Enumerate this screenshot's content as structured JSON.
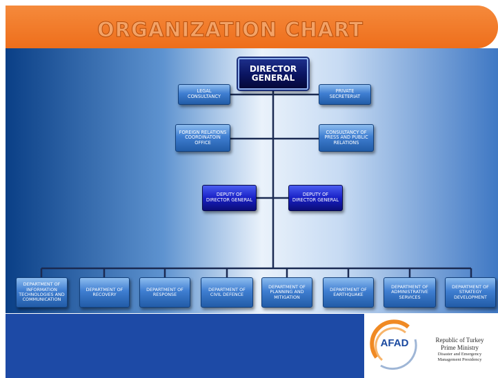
{
  "title": "ORGANIZATION CHART",
  "chart": {
    "director_general": "DIRECTOR GENERAL",
    "staff_left": [
      "LEGAL CONSULTANCY",
      "FOREIGN RELATIONS COORDINATOIN OFFICE"
    ],
    "staff_right": [
      "PRIVATE SECRETERIAT",
      "CONSULTANCY OF PRESS AND PUBLIC RELATIONS"
    ],
    "deputies": [
      "DEPUTY OF DIRECTOR GENERAL",
      "DEPUTY OF DIRECTOR GENERAL"
    ],
    "departments": [
      "DEPARTMENT OF INFORMATION TECHNOLOGIES AND COMMUNICATION",
      "DEPARTMENT OF RECOVERY",
      "DEPARTMENT OF RESPONSE",
      "DEPARTMENT OF CIVIL DEFENCE",
      "DEPARTMENT OF PLANNING AND MITIGATION",
      "DEPARTMENT OF EARTHQUAKE",
      "DEPARTMENT OF ADMINISTRATIVE SERVICES",
      "DEPARTMENT OF STRATEGY DEVELOPMENT"
    ]
  },
  "footer": {
    "logo_text": "AFAD",
    "org_lines": [
      "Republic of Turkey",
      "Prime Ministry",
      "Disaster and Emergency",
      "Management Presidency"
    ]
  },
  "colors": {
    "title_band": "#ee6e1b",
    "footer_band": "#1d4aa6",
    "box_blue": "#3f7ed1",
    "box_dark": "#1820c6"
  }
}
